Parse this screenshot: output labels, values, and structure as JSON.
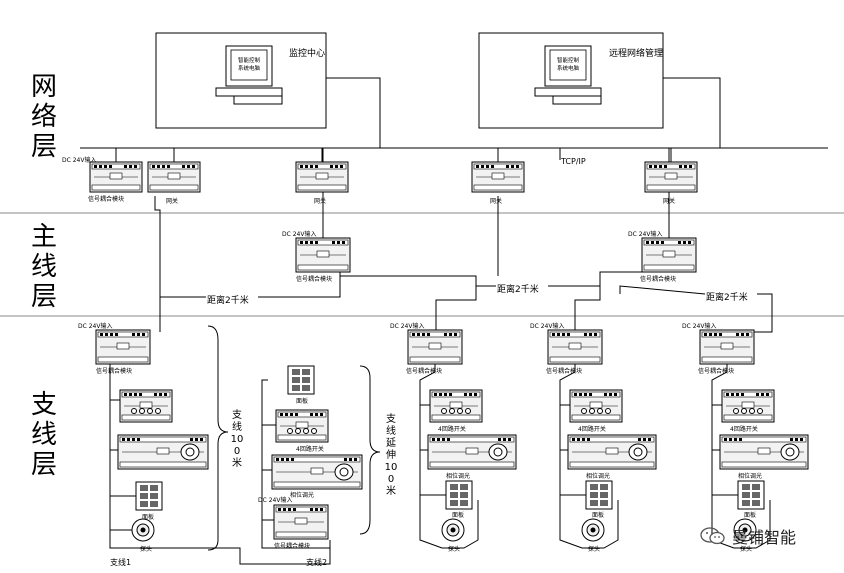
{
  "layers": {
    "network": "网络层",
    "backbone": "主线层",
    "branch": "支线层"
  },
  "boxes": {
    "monitor_center": "监控中心",
    "remote_mgmt": "远程网络管理"
  },
  "computer_screen_text": [
    "智能控制",
    "系统电脑"
  ],
  "protocol": "TCP/IP",
  "distance_label": "距离2千米",
  "branch_100m": "支线100米",
  "branch_extend": "支线延伸100米",
  "lines": {
    "line1": "支线1",
    "line2": "支线2"
  },
  "captions": {
    "dc_input": "DC 24V输入",
    "coupler": "信号耦合模块",
    "gateway": "网关",
    "relay4": "4回路开关",
    "dimmer": "相位调光",
    "panel": "面板",
    "probe": "探头"
  },
  "watermark": "曼铺智能",
  "colors": {
    "line": "#000000",
    "separator": "#888888",
    "device_fill": "#f2f2f2"
  }
}
